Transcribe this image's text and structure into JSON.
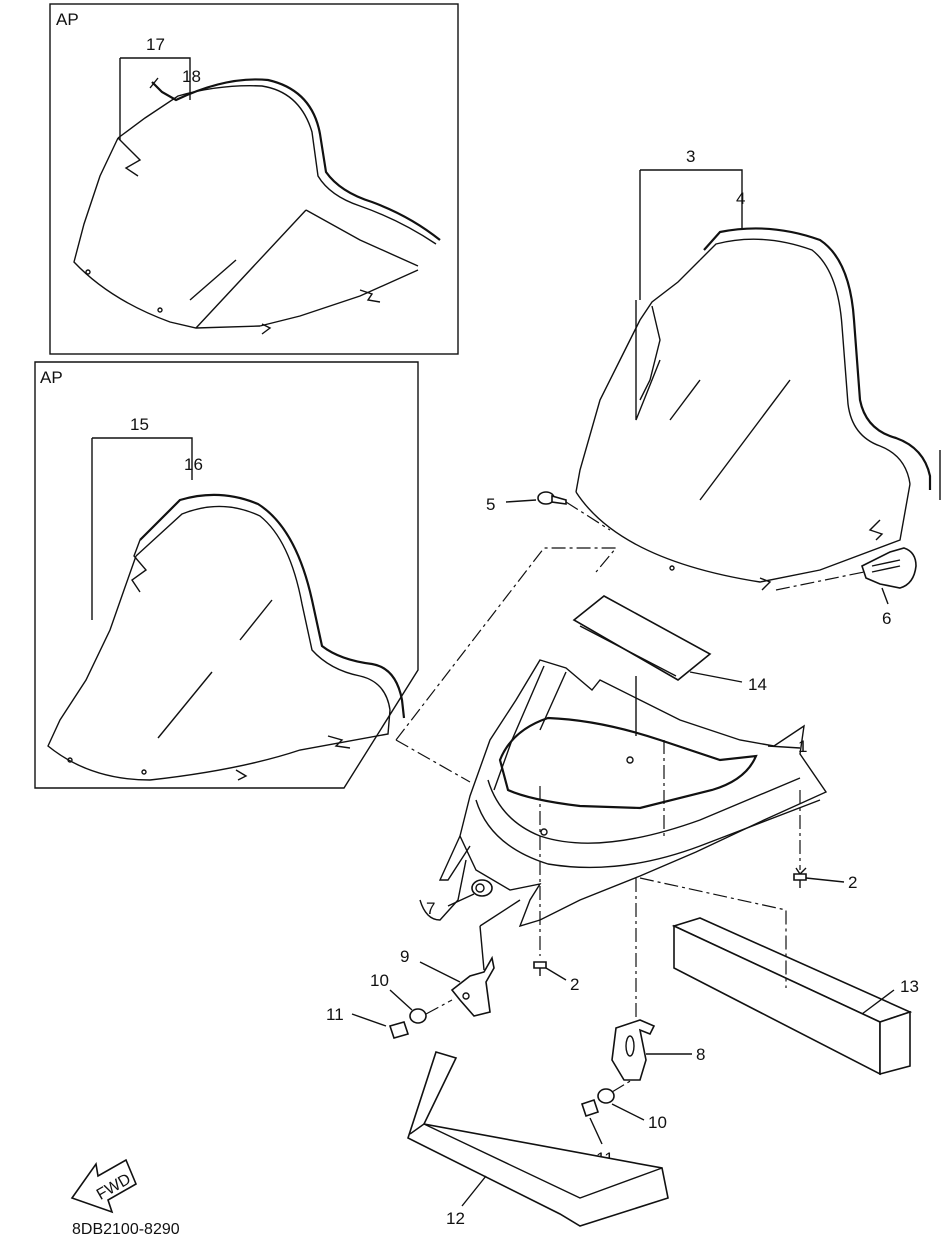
{
  "diagram": {
    "insets": [
      {
        "tag": "AP",
        "callouts": [
          "17",
          "18"
        ]
      },
      {
        "tag": "AP",
        "callouts": [
          "15",
          "16"
        ]
      }
    ],
    "callouts": [
      "1",
      "2",
      "2",
      "3",
      "4",
      "5",
      "6",
      "7",
      "8",
      "9",
      "10",
      "10",
      "11",
      "11",
      "12",
      "13",
      "14"
    ],
    "direction_arrow": "FWD",
    "drawing_code": "8DB2100-8290"
  }
}
